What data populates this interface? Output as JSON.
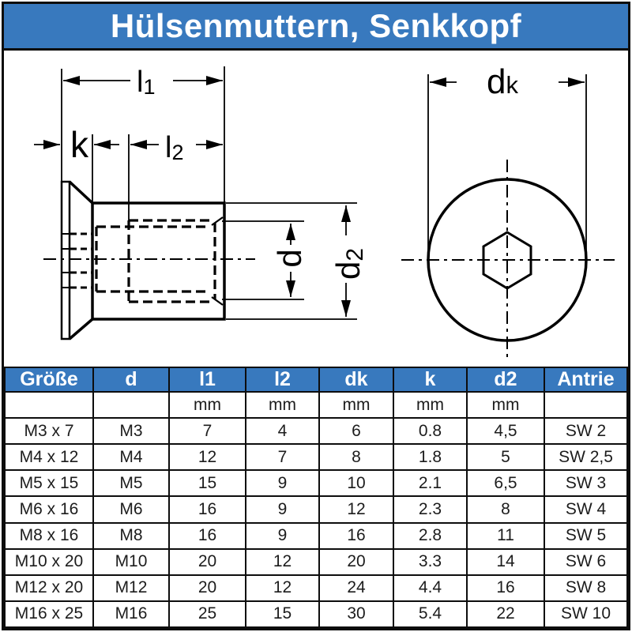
{
  "title": "Hülsenmuttern, Senkkopf",
  "colors": {
    "header_blue": "#3879BE",
    "line_black": "#000000"
  },
  "drawing": {
    "side_view": {
      "l1": {
        "main": "l",
        "sub": "1"
      },
      "k": "k",
      "l2": {
        "main": "l",
        "sub": "2"
      },
      "d": "d",
      "d2": {
        "main": "d",
        "sub": "2"
      }
    },
    "front_view": {
      "dk": {
        "main": "d",
        "sub": "k"
      }
    }
  },
  "table": {
    "columns": [
      "Größe",
      "d",
      "l1",
      "l2",
      "dk",
      "k",
      "d2",
      "Antrie"
    ],
    "unit_row": [
      "",
      "",
      "mm",
      "mm",
      "mm",
      "mm",
      "mm",
      ""
    ],
    "rows": [
      [
        "M3 x 7",
        "M3",
        "7",
        "4",
        "6",
        "0.8",
        "4,5",
        "SW 2"
      ],
      [
        "M4 x 12",
        "M4",
        "12",
        "7",
        "8",
        "1.8",
        "5",
        "SW 2,5"
      ],
      [
        "M5 x 15",
        "M5",
        "15",
        "9",
        "10",
        "2.1",
        "6,5",
        "SW 3"
      ],
      [
        "M6 x 16",
        "M6",
        "16",
        "9",
        "12",
        "2.3",
        "8",
        "SW 4"
      ],
      [
        "M8 x 16",
        "M8",
        "16",
        "9",
        "16",
        "2.8",
        "11",
        "SW 5"
      ],
      [
        "M10 x 20",
        "M10",
        "20",
        "12",
        "20",
        "3.3",
        "14",
        "SW 6"
      ],
      [
        "M12 x 20",
        "M12",
        "20",
        "12",
        "24",
        "4.4",
        "16",
        "SW 8"
      ],
      [
        "M16 x 25",
        "M16",
        "25",
        "15",
        "30",
        "5.4",
        "22",
        "SW 10"
      ]
    ]
  }
}
